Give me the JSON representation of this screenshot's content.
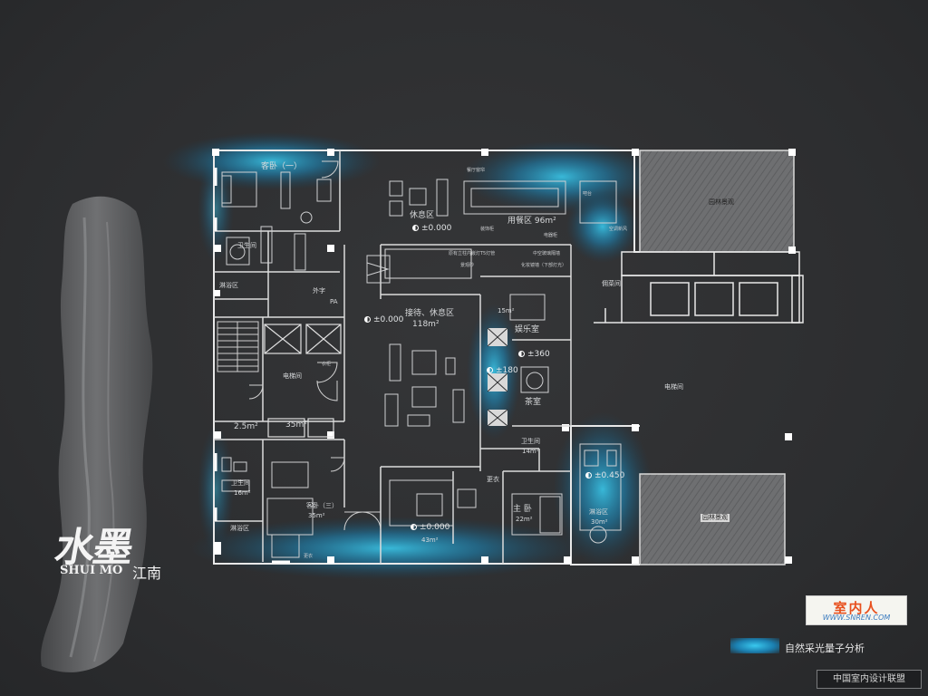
{
  "branding": {
    "logo_ink": "水墨",
    "logo_en": "SHUI  MO",
    "logo_cn": "江南",
    "brand_cn": "室内人",
    "brand_url": "WWW.SNREN.COM"
  },
  "legend": {
    "label": "自然采光量子分析",
    "color": "#2fb8e6"
  },
  "footer": "中国室内设计联盟",
  "rooms": {
    "guest_bedroom_1": "客卧（一）",
    "rest_area": "休息区",
    "dining_area": "用餐区 96m²",
    "garden_landscape_top": "园林景观",
    "garden_landscape_bottom": "园林景观",
    "bathroom_left": "卫生间",
    "shower_left": "淋浴区",
    "prep_room": "外字",
    "elevator_hall_left": "电梯间",
    "reception": "接待、休息区",
    "reception_area": "118m²",
    "entertainment": "娱乐室",
    "entertainment_area": "15m²",
    "tea_room": "茶室",
    "service_room": "佣菜间",
    "elevator_hall_right": "电梯间",
    "area_2_5": "2.5m²",
    "area_35_left": "35m²",
    "bathroom_left2": "卫生间",
    "bathroom_left2_area": "16m²",
    "guest_bedroom_3": "客卧（三）",
    "guest_bedroom_3_area": "35m²",
    "shower_left2": "淋浴区",
    "bathroom_master": "卫生间",
    "bathroom_master_area": "14m²",
    "changing": "更衣",
    "master_bedroom": "主  卧",
    "master_bedroom_area": "22m²",
    "shower_master": "淋浴区",
    "shower_master_area": "30m²",
    "living_area_43": "43m²",
    "pa": "PA"
  },
  "elevations": {
    "e1": "±0.000",
    "e2": "±0.000",
    "e3": "±360",
    "e4": "±180",
    "e5": "±0.450",
    "e6": "±0.000"
  },
  "notes": {
    "n1": "餐厅窗帘",
    "n2": "装饰柜",
    "n3": "原有立柱内嵌灯T5灯管",
    "n4": "景观砂",
    "n5": "中空玻璃隔墙",
    "n6": "电器柜",
    "n7": "化妆镜墙（下部灯光）",
    "n8": "吧台",
    "n9": "空调新风",
    "n10": "衣柜",
    "n11": "更衣"
  }
}
